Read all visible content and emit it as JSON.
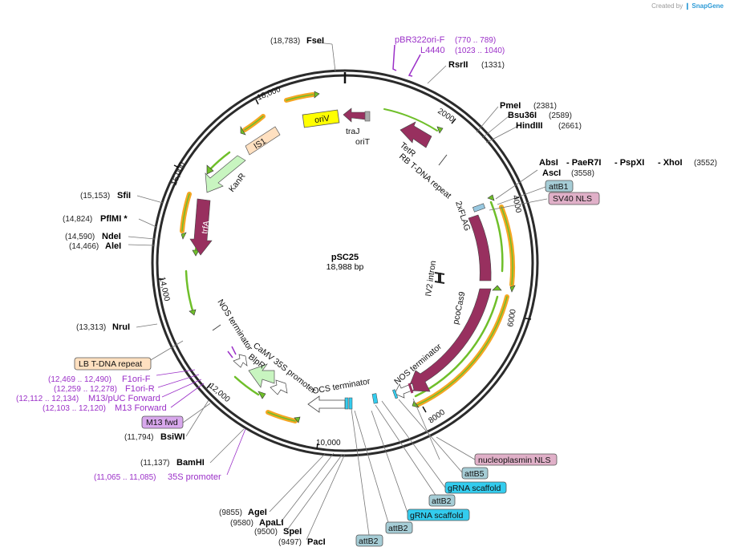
{
  "credit": {
    "prefix": "Created by",
    "brand": "SnapGene"
  },
  "plasmid": {
    "name": "pSC25",
    "size": "18,988 bp"
  },
  "ticks": [
    "2000",
    "4000",
    "6000",
    "8000",
    "10,000",
    "12,000",
    "14,000",
    "16,000",
    "18,000"
  ],
  "enzymes": {
    "FseI": {
      "name": "FseI",
      "pos": "(18,783)"
    },
    "RsrII": {
      "name": "RsrII",
      "pos": "(1331)"
    },
    "PmeI": {
      "name": "PmeI",
      "pos": "(2381)"
    },
    "Bsu36I": {
      "name": "Bsu36I",
      "pos": "(2589)"
    },
    "HindIII": {
      "name": "HindIII",
      "pos": "(2661)"
    },
    "AbsI": {
      "name": "AbsI",
      "pos": ""
    },
    "PaeR7I": {
      "name": "- PaeR7I",
      "pos": ""
    },
    "PspXI": {
      "name": "- PspXI",
      "pos": ""
    },
    "XhoI": {
      "name": "- XhoI",
      "pos": "(3552)"
    },
    "AscI": {
      "name": "AscI",
      "pos": "(3558)"
    },
    "SfiI": {
      "name": "SfiI",
      "pos": "(15,153)"
    },
    "PflMI": {
      "name": "PflMI *",
      "pos": "(14,824)"
    },
    "NdeI": {
      "name": "NdeI",
      "pos": "(14,590)"
    },
    "AleI": {
      "name": "AleI",
      "pos": "(14,466)"
    },
    "NruI": {
      "name": "NruI",
      "pos": "(13,313)"
    },
    "BsiWI": {
      "name": "BsiWI",
      "pos": "(11,794)"
    },
    "BamHI": {
      "name": "BamHI",
      "pos": "(11,137)"
    },
    "AgeI": {
      "name": "AgeI",
      "pos": "(9855)"
    },
    "ApaLI": {
      "name": "ApaLI",
      "pos": "(9580)"
    },
    "SpeI": {
      "name": "SpeI",
      "pos": "(9500)"
    },
    "PacI": {
      "name": "PacI",
      "pos": "(9497)"
    }
  },
  "primers": {
    "pBR322oriF": {
      "name": "pBR322ori-F",
      "pos": "(770 .. 789)"
    },
    "L4440": {
      "name": "L4440",
      "pos": "(1023 .. 1040)"
    },
    "F1oriF": {
      "name": "F1ori-F",
      "pos": "(12,469 .. 12,490)"
    },
    "F1oriR": {
      "name": "F1ori-R",
      "pos": "(12,259 .. 12,278)"
    },
    "M13pUC": {
      "name": "M13/pUC Forward",
      "pos": "(12,112 .. 12,134)"
    },
    "M13Fwd": {
      "name": "M13 Forward",
      "pos": "(12,103 .. 12,120)"
    },
    "promoter35S": {
      "name": "35S promoter",
      "pos": "(11,065 .. 11,085)"
    }
  },
  "boxed": {
    "attB1": "attB1",
    "sv40nls": "SV40 NLS",
    "lbTdna": "LB T-DNA repeat",
    "m13fwd": "M13 fwd",
    "nucleoplasmin": "nucleoplasmin NLS",
    "attB5": "attB5",
    "gRNA1": "gRNA scaffold",
    "attB2a": "attB2",
    "gRNA2": "gRNA scaffold",
    "attB2b": "attB2",
    "attB2c": "attB2"
  },
  "features": {
    "oriV": "oriV",
    "traJ": "traJ",
    "oriT": "oriT",
    "IS1": "IS1",
    "KanR": "KanR",
    "trfA": "trfA",
    "TetR": "TetR",
    "rbTdna": "RB T-DNA repeat",
    "flag": "2xFLAG",
    "iv2": "IV2 intron",
    "pcoCas9": "pcoCas9",
    "nosTerm1": "NOS terminator",
    "nosTerm2": "NOS terminator",
    "camv35s": "CaMV 35S promoter",
    "blpR": "BlpR",
    "ocsTerm": "OCS terminator"
  },
  "colors": {
    "feature": "#98305f",
    "orf": "#f5a623",
    "orf_inner": "#6fbf2a",
    "marker": "#c8f5c0",
    "origin": "#ffff00",
    "misc": "#ffe0c0",
    "box_attb": "#a6cdd6",
    "box_nls": "#e0b0c8",
    "box_grna": "#33ccee",
    "box_lb": "#ffe0c0",
    "box_m13": "#d8a8ec",
    "primer": "#9b30c8"
  }
}
